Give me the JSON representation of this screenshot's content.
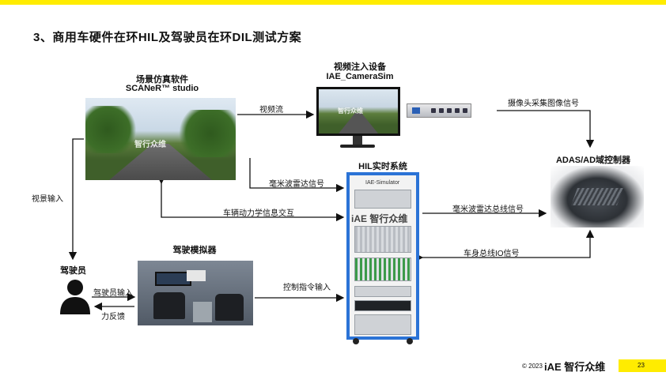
{
  "title": "3、商用车硬件在环HIL及驾驶员在环DIL测试方案",
  "scene_software": {
    "name": "场景仿真软件",
    "product": "SCANeR™ studio"
  },
  "video_device": {
    "name": "视频注入设备",
    "product": "IAE_CameraSim"
  },
  "hil_system": {
    "name": "HIL实时系统",
    "panel_label": "IAE-Simulator"
  },
  "controller": {
    "name": "ADAS/AD域控制器"
  },
  "driver_simulator": {
    "name": "驾驶模拟器"
  },
  "driver": {
    "name": "驾驶员"
  },
  "watermark": "智行众维",
  "edges": {
    "video_stream": "视频流",
    "camera_signal": "摄像头采集图像信号",
    "radar_signal": "毫米波雷达信号",
    "vehicle_dynamics": "车辆动力学信息交互",
    "radar_bus": "毫米波雷达总线信号",
    "body_bus_io": "车身总线IO信号",
    "visual_input": "视景输入",
    "driver_input": "驾驶员输入",
    "force_feedback": "力反馈",
    "control_input": "控制指令输入"
  },
  "footer": {
    "copyright": "© 2023",
    "brand": "智行众维",
    "page": "23"
  },
  "colors": {
    "accent": "#ffec00",
    "cabinet_border": "#2b73d6"
  }
}
